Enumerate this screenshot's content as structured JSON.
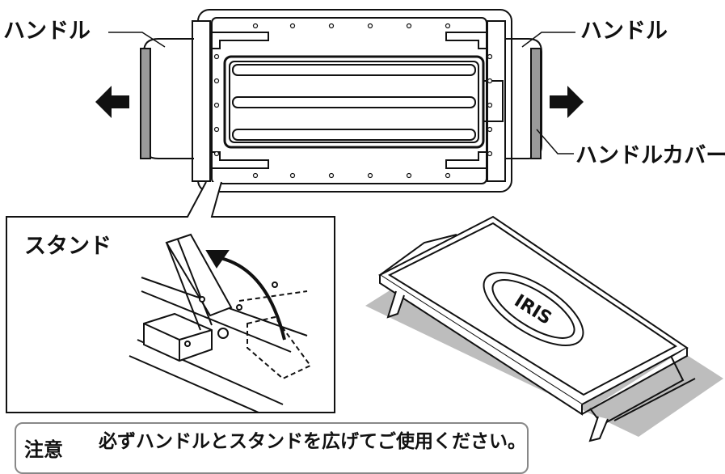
{
  "labels": {
    "handle_left": "ハンドル",
    "handle_right": "ハンドル",
    "handle_cover": "ハンドルカバー",
    "stand": "スタンド"
  },
  "note": {
    "heading": "注意",
    "text": "必ずハンドルとスタンドを広げてご使用ください。"
  },
  "plate_logo": "IRIS",
  "colors": {
    "line": "#111111",
    "shadow": "#bdbdbd",
    "cover": "#9a9a9a"
  }
}
